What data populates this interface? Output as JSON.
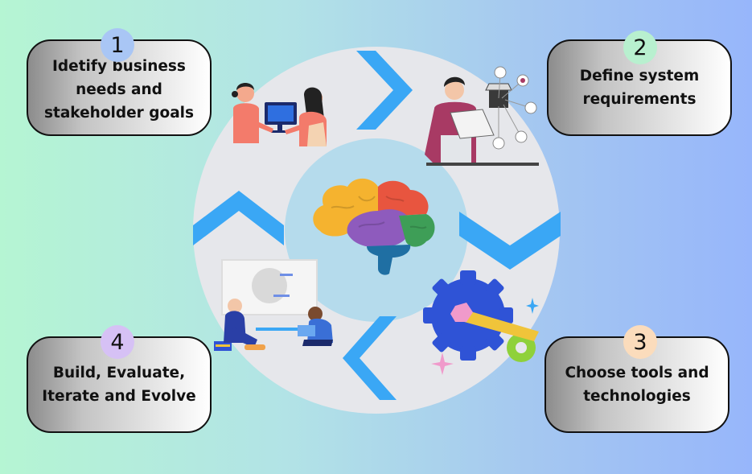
{
  "steps": [
    {
      "number": "1",
      "label": "Idetify business needs and stakeholder goals",
      "badge_color": "#a9c6f5"
    },
    {
      "number": "2",
      "label": "Define system requirements",
      "badge_color": "#b8f0cf"
    },
    {
      "number": "3",
      "label": "Choose tools and technologies",
      "badge_color": "#fbdcbc"
    },
    {
      "number": "4",
      "label": "Build, Evaluate, Iterate and Evolve",
      "badge_color": "#d6c1f5"
    }
  ],
  "colors": {
    "ring": "#e6e7eb",
    "center_circle": "#b5dbec",
    "arrow": "#3aa7f5"
  },
  "icons": {
    "center": "brain-icon",
    "step1": "meeting-people-illustration",
    "step2": "presenter-requirements-illustration",
    "step3": "gear-wrench-illustration",
    "step4": "people-computer-illustration"
  }
}
